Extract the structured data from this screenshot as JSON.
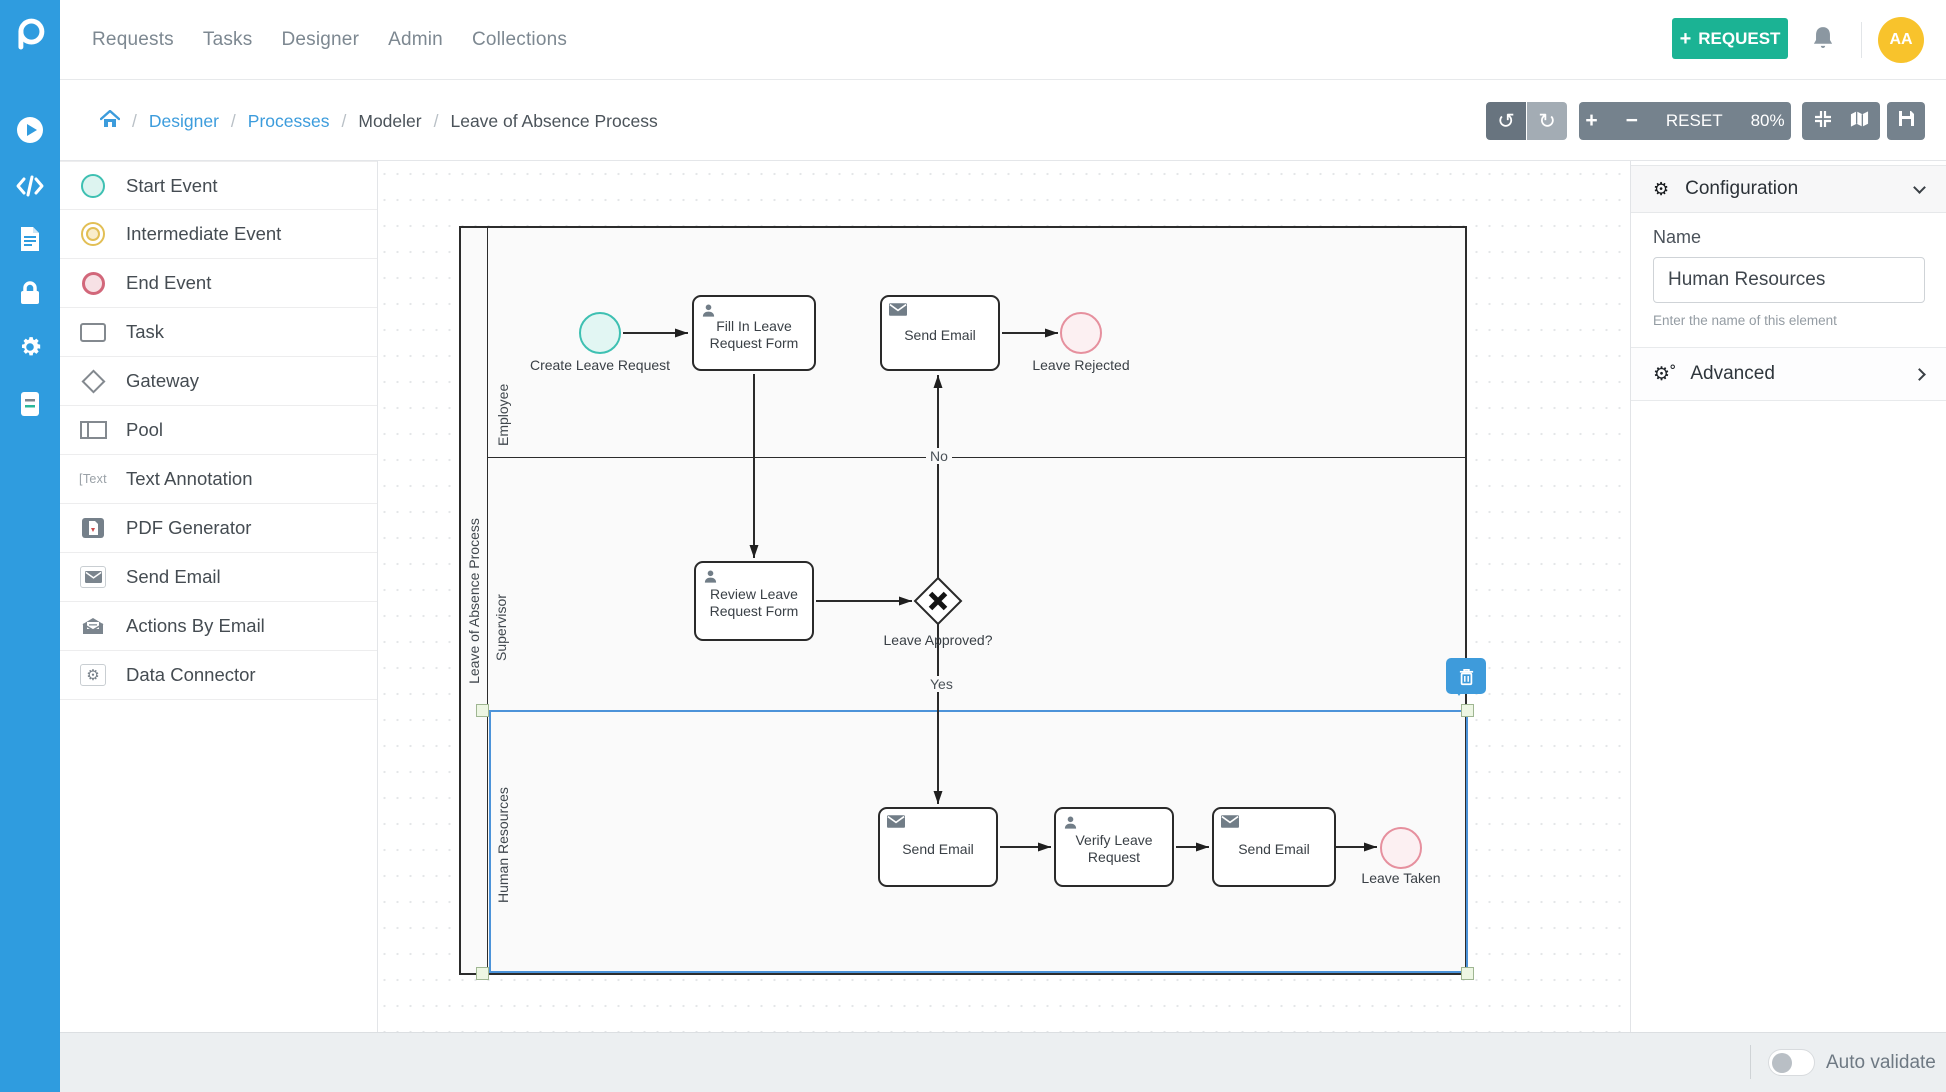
{
  "topnav": {
    "menu": [
      "Requests",
      "Tasks",
      "Designer",
      "Admin",
      "Collections"
    ],
    "request_button_label": "REQUEST",
    "avatar_initials": "AA",
    "icons": [
      "processmaker-logo",
      "bell-icon"
    ]
  },
  "sidebar": {
    "icons": [
      "play-circle-icon",
      "code-icon",
      "document-icon",
      "lock-icon",
      "gear-icon",
      "book-icon"
    ]
  },
  "breadcrumb": {
    "separator": "/",
    "items": [
      "Designer",
      "Processes",
      "Modeler",
      "Leave of Absence Process"
    ]
  },
  "toolbar": {
    "reset_label": "RESET",
    "zoom_value": "80%",
    "zoom_in_label": "+",
    "zoom_out_label": "−",
    "icons": [
      "undo-icon",
      "redo-icon",
      "fit-canvas-icon",
      "minimap-icon",
      "save-icon"
    ]
  },
  "palette": {
    "items": [
      {
        "icon": "start-event-icon",
        "label": "Start Event"
      },
      {
        "icon": "intermediate-event-icon",
        "label": "Intermediate Event"
      },
      {
        "icon": "end-event-icon",
        "label": "End Event"
      },
      {
        "icon": "task-icon",
        "label": "Task"
      },
      {
        "icon": "gateway-icon",
        "label": "Gateway"
      },
      {
        "icon": "pool-icon",
        "label": "Pool"
      },
      {
        "icon": "text-annotation-icon",
        "label": "Text Annotation"
      },
      {
        "icon": "pdf-generator-icon",
        "label": "PDF Generator"
      },
      {
        "icon": "send-email-icon",
        "label": "Send Email"
      },
      {
        "icon": "actions-by-email-icon",
        "label": "Actions By Email"
      },
      {
        "icon": "data-connector-icon",
        "label": "Data Connector"
      }
    ]
  },
  "diagram": {
    "pool_label": "Leave of Absence Process",
    "lanes": [
      "Employee",
      "Supervisor",
      "Human Resources"
    ],
    "nodes": {
      "start": {
        "label": "Create Leave Request",
        "type": "start-event"
      },
      "fill_form": {
        "label": "Fill In Leave Request Form",
        "type": "task"
      },
      "send_email_1": {
        "label": "Send Email",
        "type": "send-email-task"
      },
      "leave_rejected": {
        "label": "Leave Rejected",
        "type": "end-event"
      },
      "review_form": {
        "label": "Review Leave Request Form",
        "type": "task"
      },
      "gateway": {
        "label": "Leave Approved?",
        "type": "exclusive-gateway"
      },
      "send_email_2": {
        "label": "Send Email",
        "type": "send-email-task"
      },
      "verify": {
        "label": "Verify Leave Request",
        "type": "task"
      },
      "send_email_3": {
        "label": "Send Email",
        "type": "send-email-task"
      },
      "leave_taken": {
        "label": "Leave Taken",
        "type": "end-event"
      }
    },
    "flow_labels": {
      "no": "No",
      "yes": "Yes"
    },
    "selection": {
      "selected_lane": "Human Resources",
      "trash_icon": "trash-icon"
    }
  },
  "config_panel": {
    "section_title": "Configuration",
    "name_label": "Name",
    "name_value": "Human Resources",
    "name_help": "Enter the name of this element",
    "advanced_label": "Advanced",
    "icons": [
      "gear-icon",
      "chevron-down-icon",
      "gears-icon",
      "chevron-right-icon"
    ]
  },
  "statusbar": {
    "auto_validate_label": "Auto validate"
  },
  "colors": {
    "sidebar_blue": "#2f9cdf",
    "request_teal": "#1bb394",
    "avatar_yellow": "#f8c32c",
    "toolbar_gray": "#75828d",
    "link_blue": "#3c9cdc",
    "selection_blue": "#4c93d9",
    "start_event_teal": "#3ec0b2",
    "intermediate_yellow": "#e2bf55",
    "end_event_red": "#e6909e",
    "trash_button_blue": "#3e9bdb"
  }
}
